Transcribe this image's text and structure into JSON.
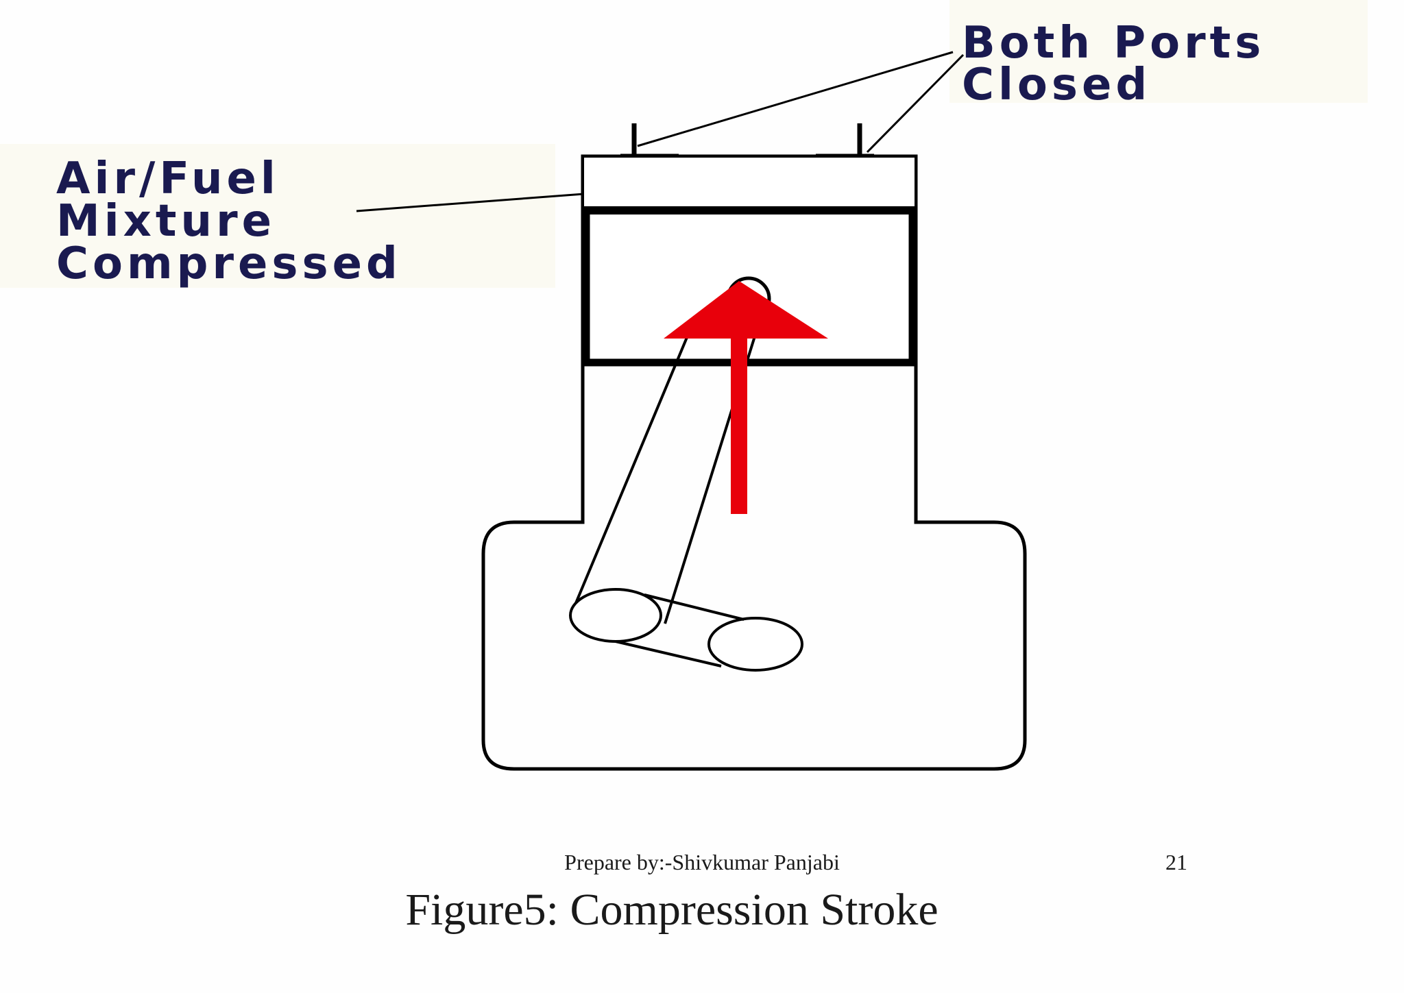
{
  "labels": {
    "ports": [
      "Both Ports",
      "Closed"
    ],
    "mixture": [
      "Air/Fuel",
      "Mixture",
      "Compressed"
    ]
  },
  "footer": {
    "author": "Prepare by:-Shivkumar Panjabi",
    "page_number": "21"
  },
  "caption": "Figure5: Compression Stroke",
  "colors": {
    "label_text": "#1a1a50",
    "arrow": "#e8000b",
    "outline": "#000000",
    "label_highlight": "#fbfaf2"
  }
}
